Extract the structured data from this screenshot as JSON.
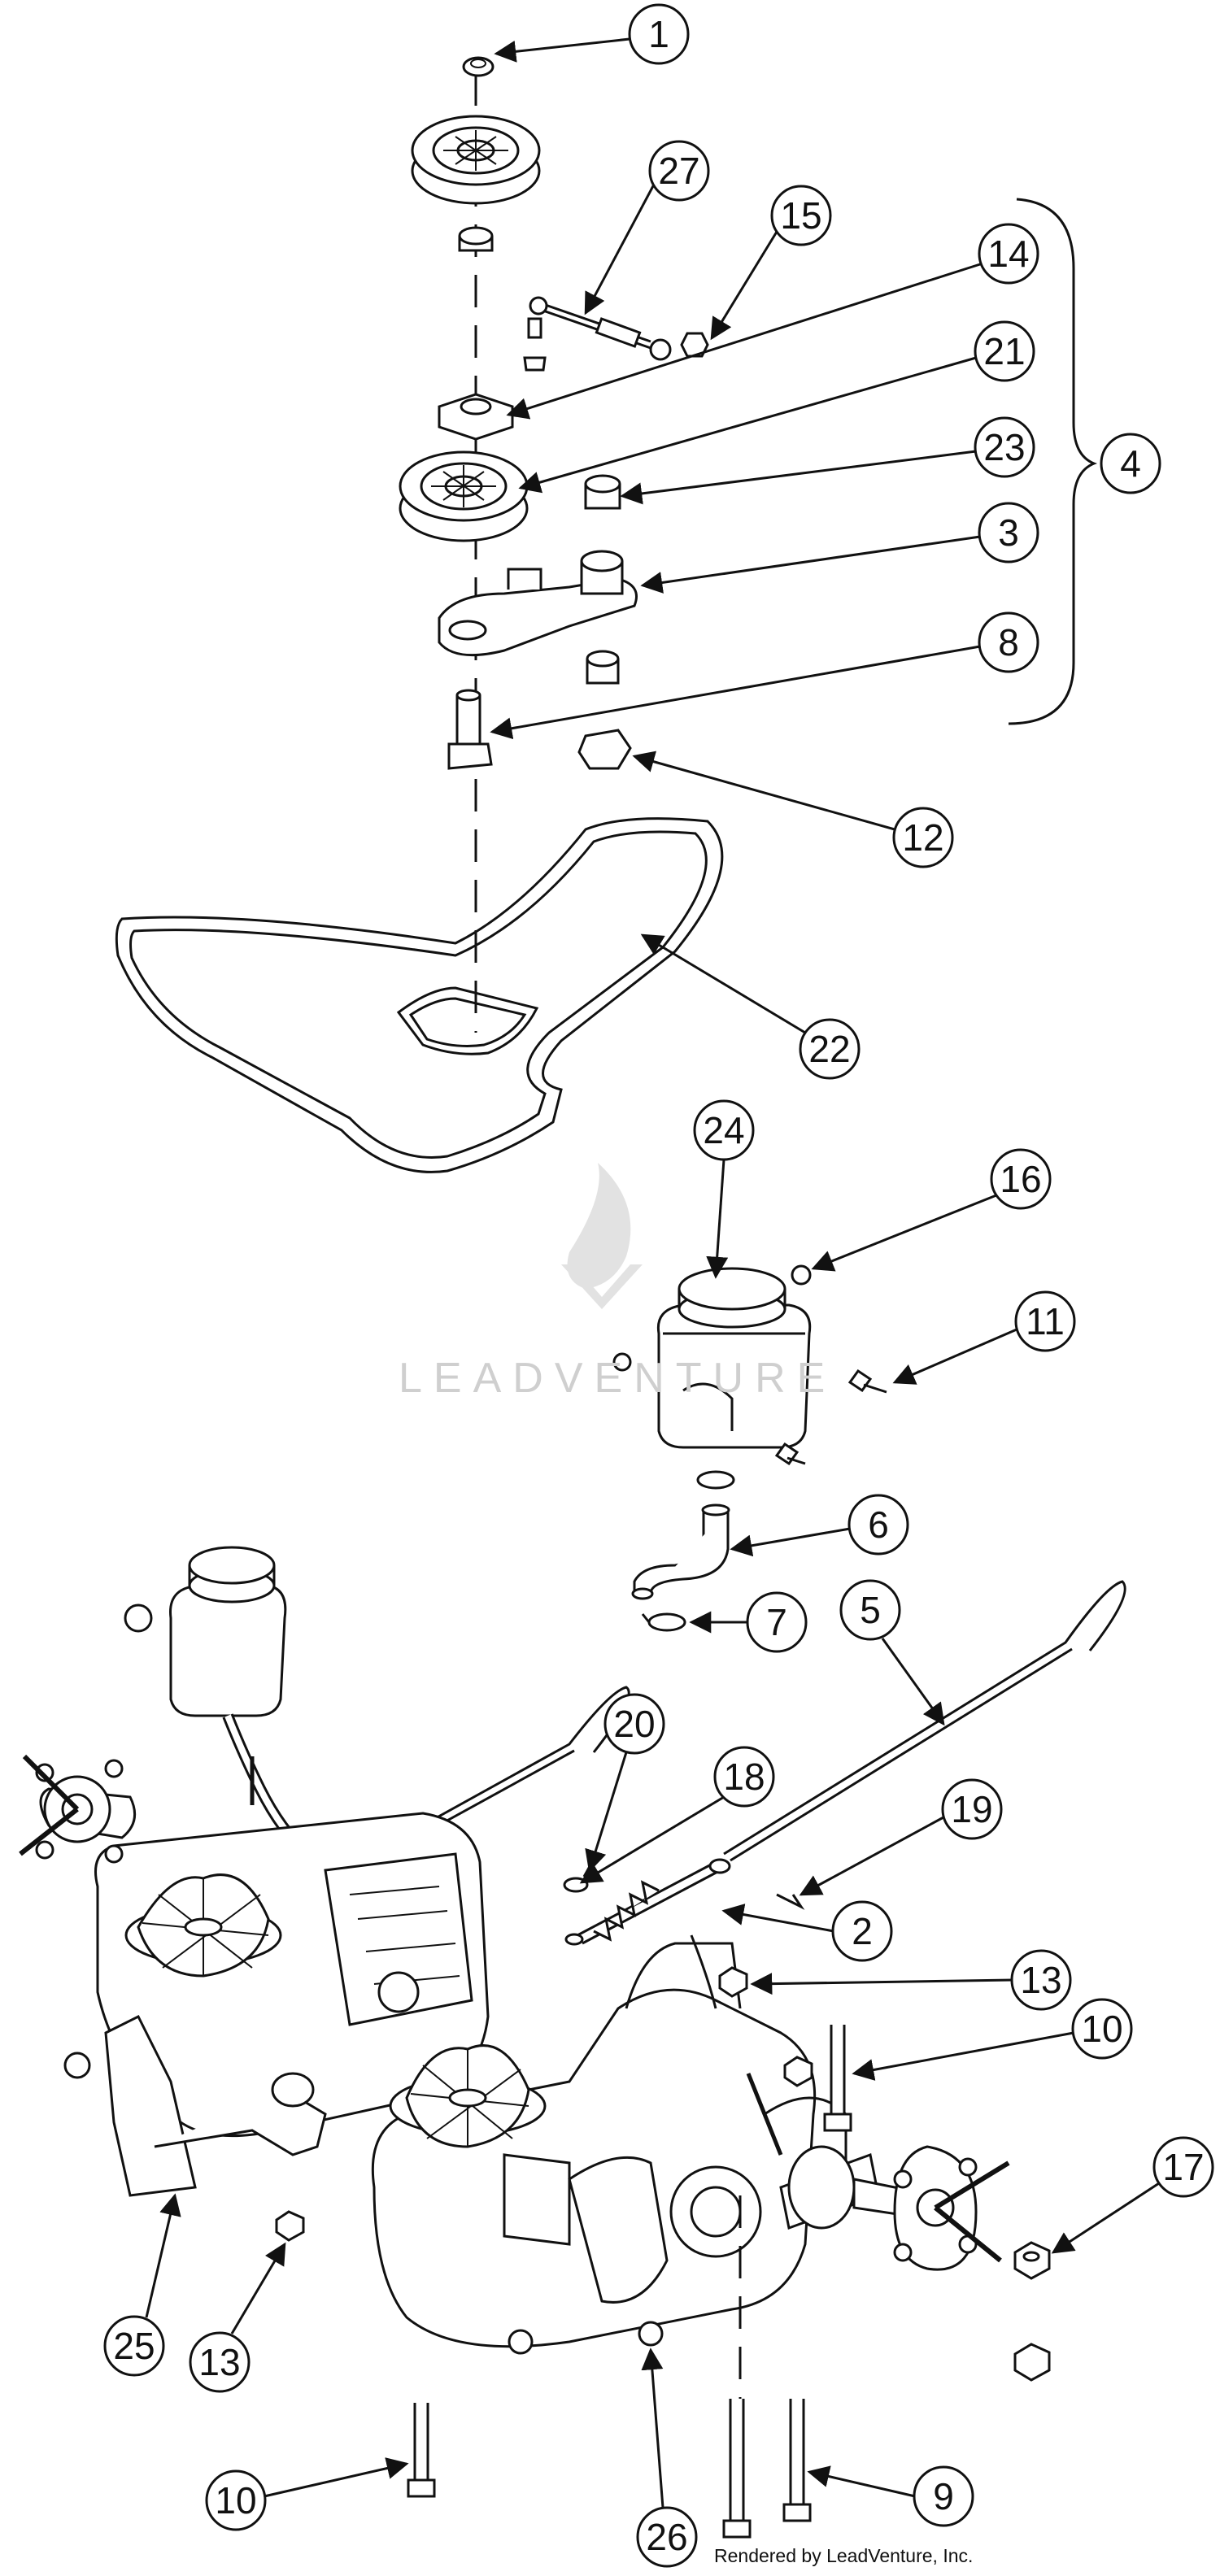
{
  "watermark": {
    "text": "LEADVENTURE"
  },
  "credit": "Rendered by LeadVenture, Inc.",
  "callouts": [
    {
      "id": "1",
      "label": "1"
    },
    {
      "id": "27",
      "label": "27"
    },
    {
      "id": "15",
      "label": "15"
    },
    {
      "id": "14",
      "label": "14"
    },
    {
      "id": "21",
      "label": "21"
    },
    {
      "id": "23",
      "label": "23"
    },
    {
      "id": "4",
      "label": "4"
    },
    {
      "id": "3",
      "label": "3"
    },
    {
      "id": "8",
      "label": "8"
    },
    {
      "id": "12",
      "label": "12"
    },
    {
      "id": "22",
      "label": "22"
    },
    {
      "id": "24",
      "label": "24"
    },
    {
      "id": "16",
      "label": "16"
    },
    {
      "id": "11",
      "label": "11"
    },
    {
      "id": "6",
      "label": "6"
    },
    {
      "id": "7",
      "label": "7"
    },
    {
      "id": "5",
      "label": "5"
    },
    {
      "id": "20",
      "label": "20"
    },
    {
      "id": "18",
      "label": "18"
    },
    {
      "id": "19",
      "label": "19"
    },
    {
      "id": "2",
      "label": "2"
    },
    {
      "id": "13a",
      "label": "13"
    },
    {
      "id": "10a",
      "label": "10"
    },
    {
      "id": "17",
      "label": "17"
    },
    {
      "id": "25",
      "label": "25"
    },
    {
      "id": "13b",
      "label": "13"
    },
    {
      "id": "9",
      "label": "9"
    },
    {
      "id": "10b",
      "label": "10"
    },
    {
      "id": "26",
      "label": "26"
    }
  ]
}
